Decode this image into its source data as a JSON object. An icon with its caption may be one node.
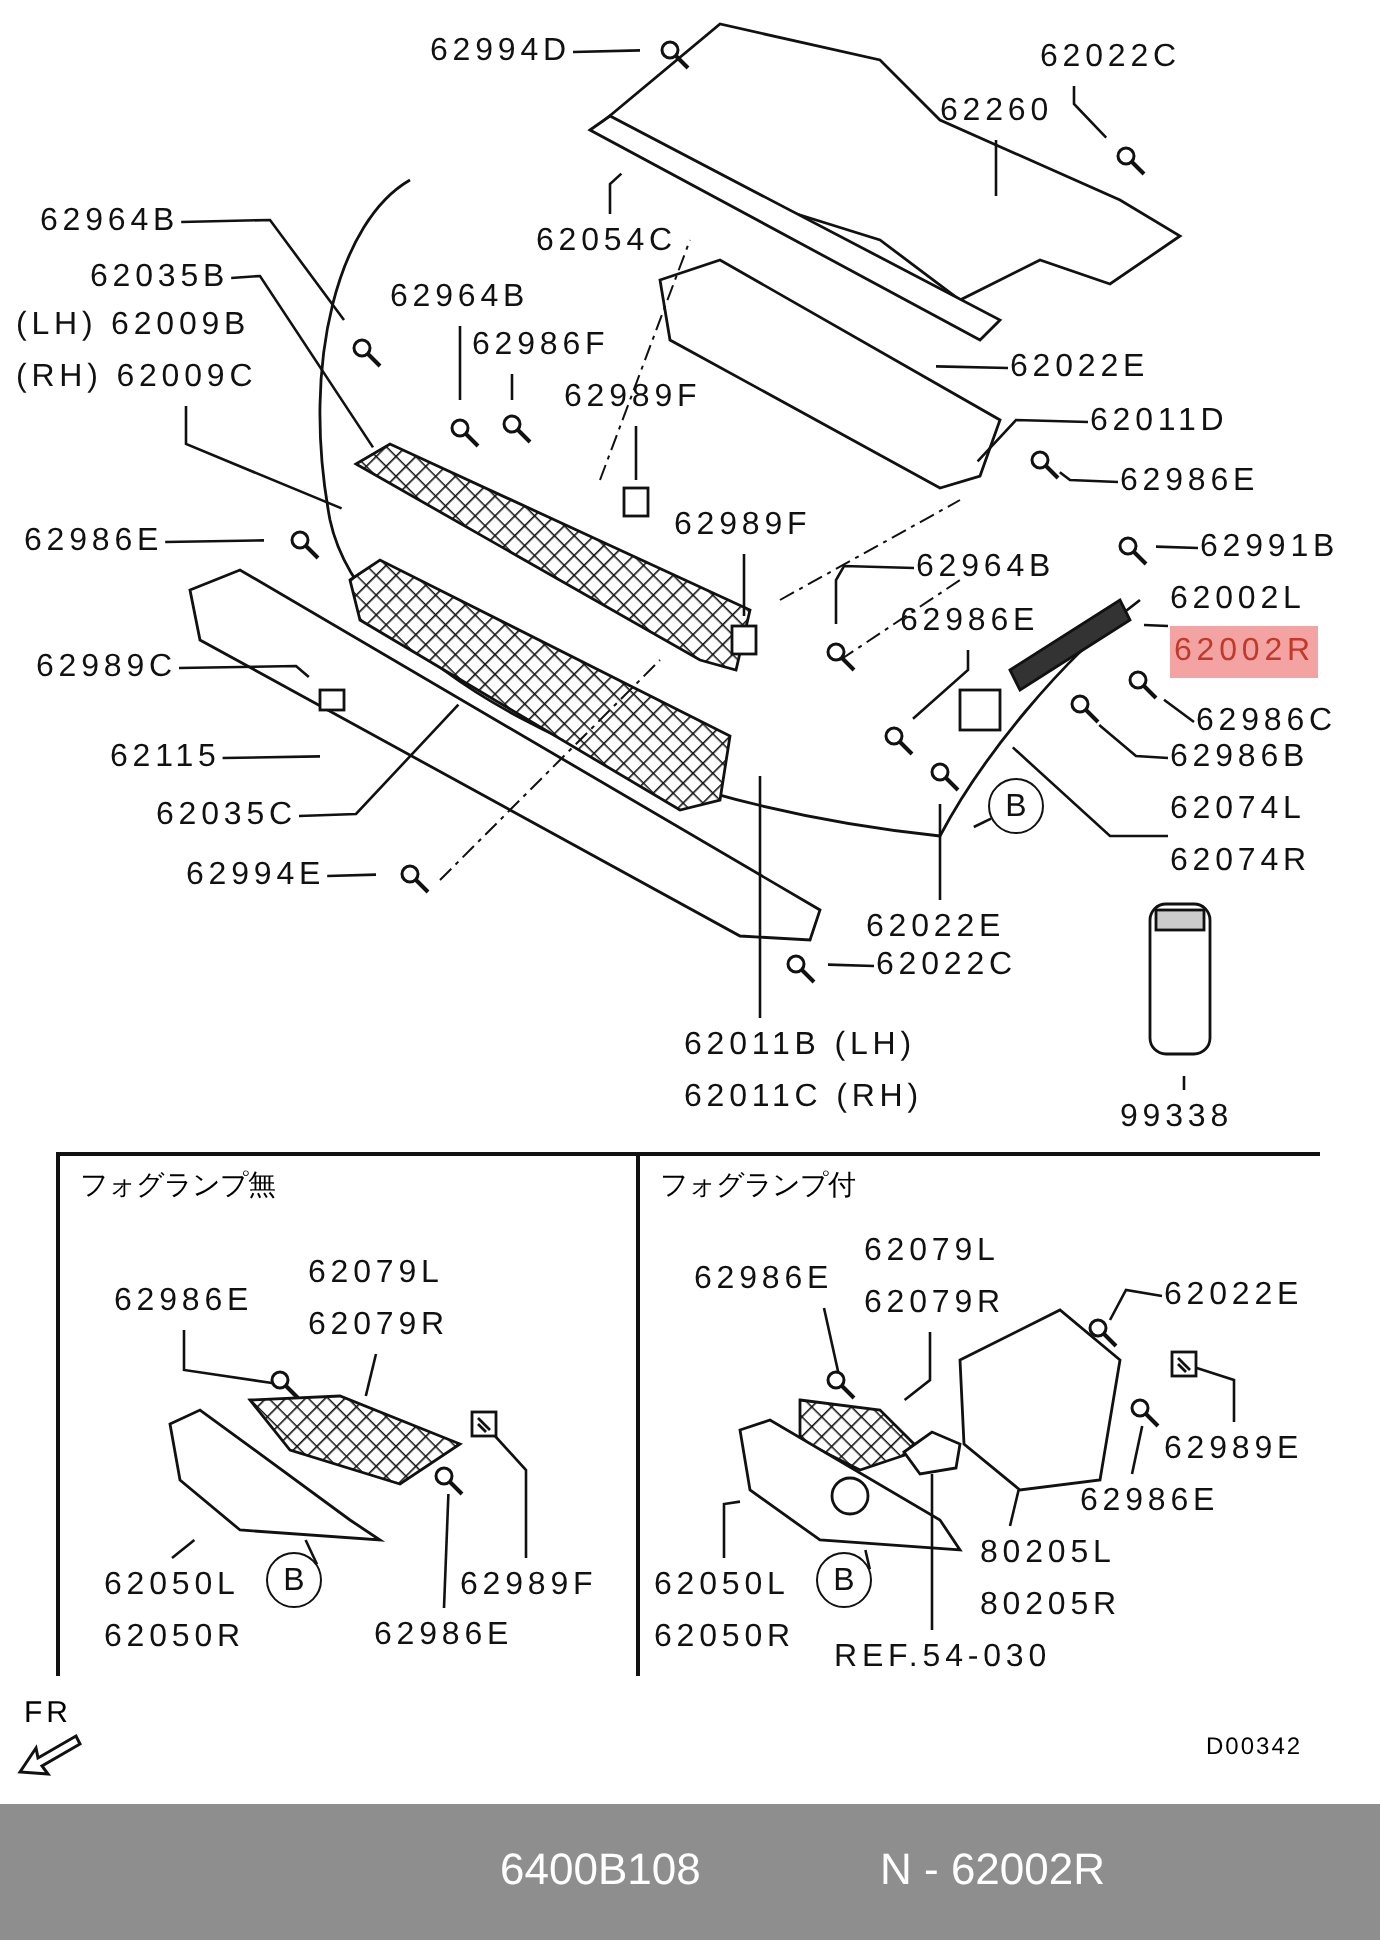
{
  "diagram": {
    "nodes": [
      {
        "text": [
          "62994D"
        ]
      },
      {
        "text": [
          "62022C"
        ]
      },
      {
        "text": [
          "62260"
        ]
      },
      {
        "text": [
          "62054C"
        ]
      },
      {
        "text": [
          "62964B"
        ]
      },
      {
        "text": [
          "62035B"
        ]
      },
      {
        "text": [
          "(LH) 62009B",
          "(RH) 62009C"
        ]
      },
      {
        "text": [
          "62964B"
        ]
      },
      {
        "text": [
          "62986F"
        ]
      },
      {
        "text": [
          "62989F"
        ]
      },
      {
        "text": [
          "62022E"
        ]
      },
      {
        "text": [
          "62011D"
        ]
      },
      {
        "text": [
          "62986E"
        ]
      },
      {
        "text": [
          "62986E"
        ]
      },
      {
        "text": [
          "62989F"
        ]
      },
      {
        "text": [
          "62964B"
        ]
      },
      {
        "text": [
          "62991B"
        ]
      },
      {
        "text": [
          "62002L",
          "62002R"
        ]
      },
      {
        "text": [
          "62986E"
        ]
      },
      {
        "text": [
          "62989C"
        ]
      },
      {
        "text": [
          "62986C"
        ]
      },
      {
        "text": [
          "62115"
        ]
      },
      {
        "text": [
          "62986B"
        ]
      },
      {
        "text": [
          "62035C"
        ]
      },
      {
        "text": [
          "B"
        ]
      },
      {
        "text": [
          "62074L",
          "62074R"
        ]
      },
      {
        "text": [
          "62994E"
        ]
      },
      {
        "text": [
          "62022E"
        ]
      },
      {
        "text": [
          "62022C"
        ]
      },
      {
        "text": [
          "62011B (LH)",
          "62011C (RH)"
        ]
      },
      {
        "text": [
          "99338"
        ]
      },
      {
        "text": [
          "フォグランプ無"
        ]
      },
      {
        "text": [
          "62986E"
        ],
        "in": 31
      },
      {
        "text": [
          "62079L",
          "62079R"
        ],
        "in": 31
      },
      {
        "text": [
          "62989F"
        ],
        "in": 31
      },
      {
        "text": [
          "B"
        ],
        "in": 31
      },
      {
        "text": [
          "62050L",
          "62050R"
        ],
        "in": 31
      },
      {
        "text": [
          "62986E"
        ],
        "in": 31
      },
      {
        "text": [
          "フォグランプ付"
        ]
      },
      {
        "text": [
          "62986E"
        ],
        "in": 38
      },
      {
        "text": [
          "62079L",
          "62079R"
        ],
        "in": 38
      },
      {
        "text": [
          "62022E"
        ],
        "in": 38
      },
      {
        "text": [
          "62989E"
        ],
        "in": 38
      },
      {
        "text": [
          "62986E"
        ],
        "in": 38
      },
      {
        "text": [
          "80205L",
          "80205R"
        ],
        "in": 38
      },
      {
        "text": [
          "B"
        ],
        "in": 38
      },
      {
        "text": [
          "62050L",
          "62050R"
        ],
        "in": 38
      },
      {
        "text": [
          "REF.54-030"
        ],
        "in": 38
      },
      {
        "text": [],
        "shape": "picture",
        "in": 31
      },
      {
        "text": [],
        "shape": "picture",
        "in": 31
      },
      {
        "text": [],
        "shape": "picture",
        "in": 31
      },
      {
        "text": [],
        "shape": "picture",
        "in": 31
      },
      {
        "text": [],
        "shape": "picture",
        "in": 31
      },
      {
        "text": [],
        "shape": "picture",
        "in": 38
      },
      {
        "text": [],
        "shape": "picture",
        "in": 38
      },
      {
        "text": [],
        "shape": "picture",
        "in": 38
      },
      {
        "text": [],
        "shape": "picture",
        "in": 38
      },
      {
        "text": [],
        "shape": "picture",
        "in": 38
      },
      {
        "text": [],
        "shape": "picture",
        "in": 38
      },
      {
        "text": [],
        "shape": "picture",
        "in": 38
      },
      {
        "text": [],
        "shape": "picture",
        "in": 38
      }
    ],
    "edges": [
      {
        "from": 0,
        "to": null,
        "arrow": "none"
      },
      {
        "from": 1,
        "to": null,
        "arrow": "none"
      },
      {
        "from": 2,
        "to": null,
        "arrow": "none"
      },
      {
        "from": 3,
        "to": null,
        "arrow": "none"
      },
      {
        "from": 4,
        "to": null,
        "arrow": "none"
      },
      {
        "from": 5,
        "to": null,
        "arrow": "none"
      },
      {
        "from": 6,
        "to": null,
        "arrow": "none"
      },
      {
        "from": 7,
        "to": null,
        "arrow": "none"
      },
      {
        "from": 8,
        "to": null,
        "arrow": "none"
      },
      {
        "from": 9,
        "to": null,
        "arrow": "none"
      },
      {
        "from": 10,
        "to": null,
        "arrow": "none"
      },
      {
        "from": 11,
        "to": null,
        "arrow": "none"
      },
      {
        "from": 12,
        "to": null,
        "arrow": "none"
      },
      {
        "from": 13,
        "to": null,
        "arrow": "none"
      },
      {
        "from": 14,
        "to": null,
        "arrow": "none"
      },
      {
        "from": 15,
        "to": null,
        "arrow": "none"
      },
      {
        "from": 16,
        "to": null,
        "arrow": "none"
      },
      {
        "from": 17,
        "to": null,
        "arrow": "none"
      },
      {
        "from": 18,
        "to": null,
        "arrow": "none"
      },
      {
        "from": 19,
        "to": null,
        "arrow": "none"
      },
      {
        "from": 20,
        "to": null,
        "arrow": "none"
      },
      {
        "from": 21,
        "to": null,
        "arrow": "none"
      },
      {
        "from": 22,
        "to": null,
        "arrow": "none"
      },
      {
        "from": 23,
        "to": null,
        "arrow": "none"
      },
      {
        "from": 24,
        "to": null,
        "arrow": "none"
      },
      {
        "from": 25,
        "to": null,
        "arrow": "none"
      },
      {
        "from": 26,
        "to": null,
        "arrow": "none"
      },
      {
        "from": 27,
        "to": null,
        "arrow": "none"
      },
      {
        "from": 28,
        "to": null,
        "arrow": "none"
      },
      {
        "from": 29,
        "to": null,
        "arrow": "none"
      },
      {
        "from": 30,
        "to": null,
        "arrow": "none"
      },
      {
        "from": 32,
        "to": 48,
        "arrow": "none"
      },
      {
        "from": 33,
        "to": 49,
        "arrow": "none"
      },
      {
        "from": 34,
        "to": 50,
        "arrow": "none"
      },
      {
        "from": 35,
        "to": 51,
        "arrow": "none"
      },
      {
        "from": 36,
        "to": 51,
        "arrow": "none"
      },
      {
        "from": 37,
        "to": 52,
        "arrow": "none"
      },
      {
        "from": 39,
        "to": 53,
        "arrow": "none"
      },
      {
        "from": 40,
        "to": 54,
        "arrow": "none"
      },
      {
        "from": 41,
        "to": 55,
        "arrow": "none"
      },
      {
        "from": 42,
        "to": 56,
        "arrow": "none"
      },
      {
        "from": 43,
        "to": 57,
        "arrow": "none"
      },
      {
        "from": 44,
        "to": 58,
        "arrow": "none"
      },
      {
        "from": 45,
        "to": 59,
        "arrow": "none"
      },
      {
        "from": 46,
        "to": 59,
        "arrow": "none"
      },
      {
        "from": 47,
        "to": 60,
        "arrow": "none"
      }
    ],
    "labels": [
      "FR",
      "D00342",
      "6400B108",
      "N - 62002R"
    ]
  }
}
